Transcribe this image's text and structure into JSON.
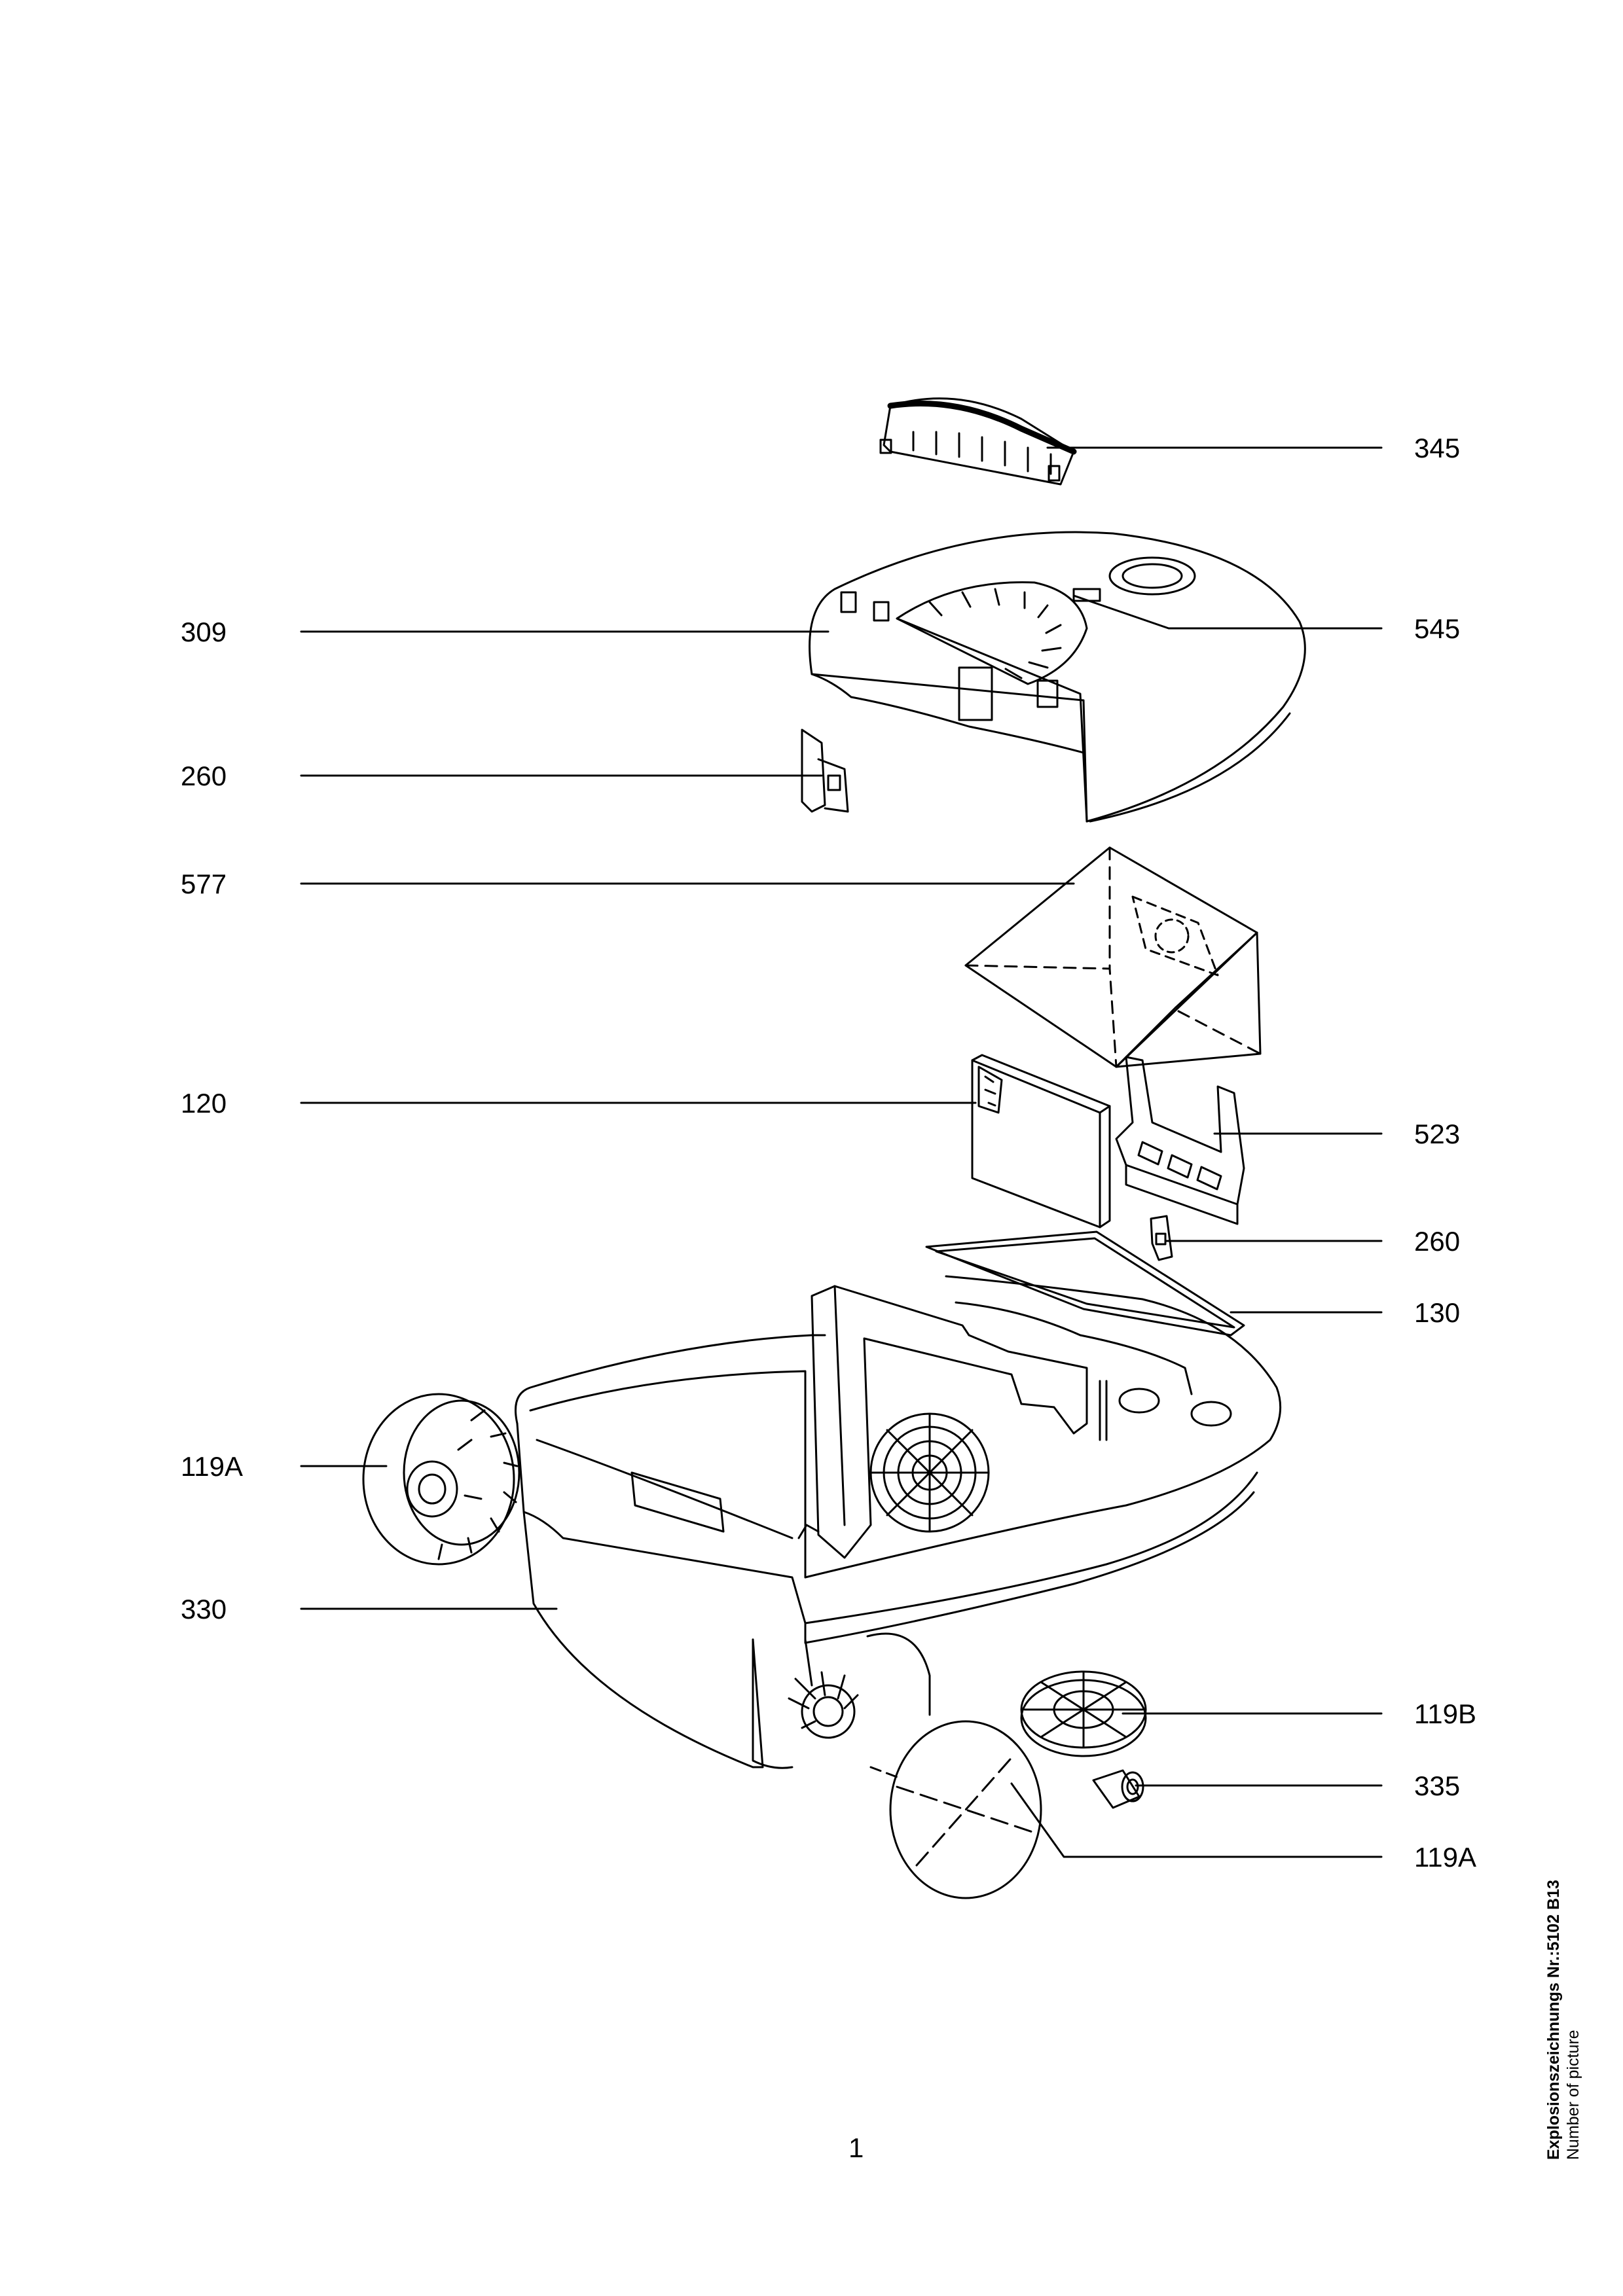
{
  "labels_left": [
    "309",
    "260",
    "577",
    "120",
    "119A",
    "330"
  ],
  "labels_right": [
    "345",
    "545",
    "523",
    "260",
    "130",
    "119B",
    "335",
    "119A"
  ],
  "page_number": "1",
  "side_note": {
    "title": "Explosionszeichnungs Nr.:5102 B13",
    "subtitle": "Number of picture"
  }
}
